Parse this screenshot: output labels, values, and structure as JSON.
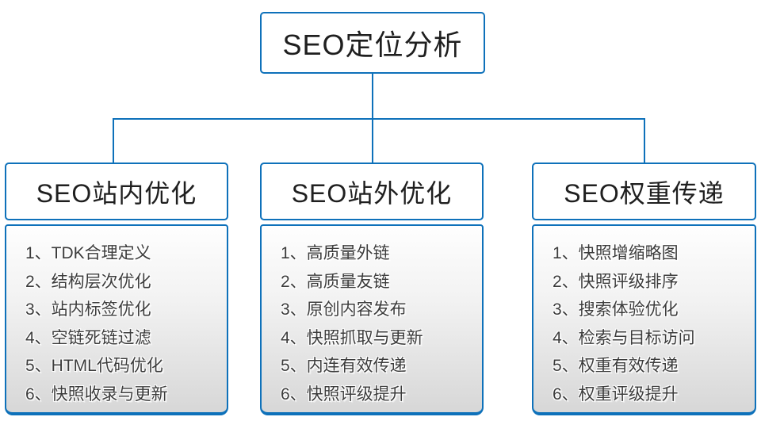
{
  "diagram": {
    "root": {
      "title": "SEO定位分析"
    },
    "columns": [
      {
        "title": "SEO站内优化",
        "items": [
          "1、TDK合理定义",
          "2、结构层次优化",
          "3、站内标签优化",
          "4、空链死链过滤",
          "5、HTML代码优化",
          "6、快照收录与更新"
        ]
      },
      {
        "title": "SEO站外优化",
        "items": [
          "1、高质量外链",
          "2、高质量友链",
          "3、原创内容发布",
          "4、快照抓取与更新",
          "5、内连有效传递",
          "6、快照评级提升"
        ]
      },
      {
        "title": "SEO权重传递",
        "items": [
          "1、快照增缩略图",
          "2、快照评级排序",
          "3、搜索体验优化",
          "4、检索与目标访问",
          "5、权重有效传递",
          "6、权重评级提升"
        ]
      }
    ],
    "colors": {
      "line_blue": "#0e71ba",
      "body_gradient_top": "#fefefe",
      "body_gradient_bottom": "#d7d7d7",
      "text_dark": "#1f1f1f",
      "list_text": "#3c3c3c"
    }
  }
}
